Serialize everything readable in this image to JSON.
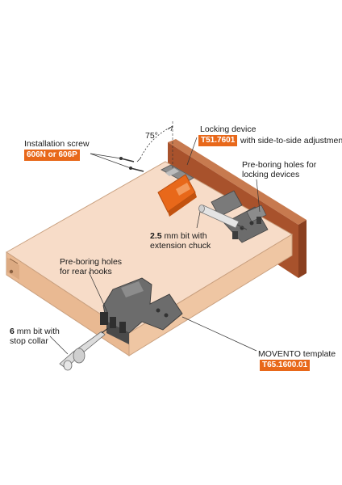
{
  "install_screw": {
    "label": "Installation screw",
    "code": "606N or 606P"
  },
  "angle": {
    "value": "75°"
  },
  "locking_device": {
    "label": "Locking device",
    "code": "T51.7601",
    "suffix": "with side-to-side adjustment"
  },
  "preboring_locking": {
    "line1": "Pre-boring holes for",
    "line2": "locking devices"
  },
  "bit_25": {
    "size": "2.5",
    "line1_rest": " mm bit with",
    "line2": "extension chuck"
  },
  "preboring_rear": {
    "line1": "Pre-boring holes",
    "line2": "for rear hooks"
  },
  "bit_6": {
    "size": "6",
    "line1_rest": " mm bit with",
    "line2": "stop collar"
  },
  "template": {
    "label": "MOVENTO template",
    "code": "T65.1600.01"
  },
  "colors": {
    "drawer_panel": "#f7dcc8",
    "drawer_edge": "#e9b992",
    "back_panel": "#a8522c",
    "accent": "#e8681a",
    "template_gray": "#6c6c6c"
  }
}
